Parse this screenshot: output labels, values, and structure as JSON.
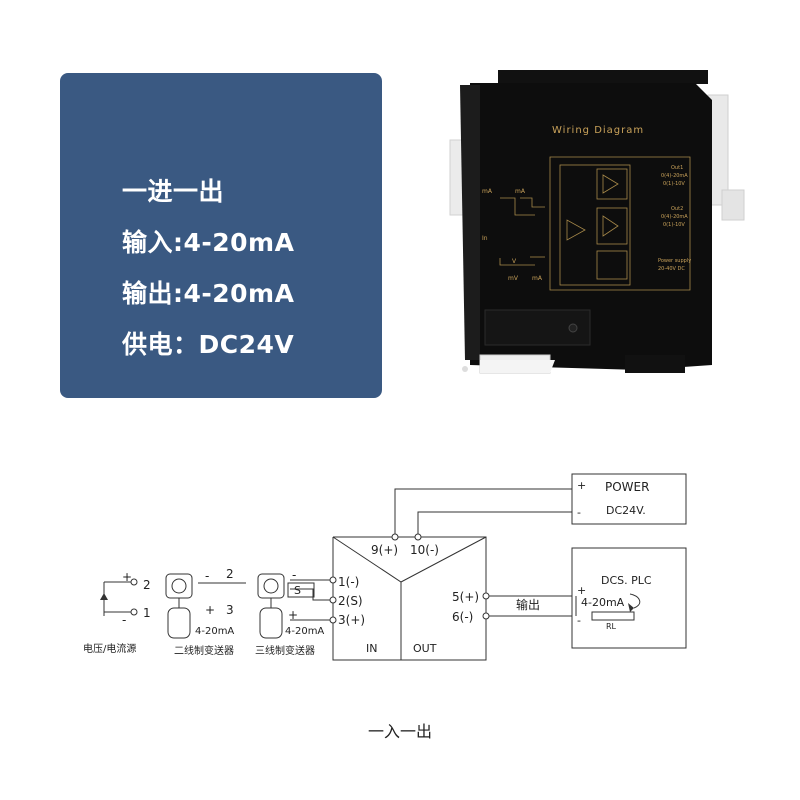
{
  "specs": {
    "mode": "一进一出",
    "input": "输入:4-20mA",
    "output": "输出:4-20mA",
    "power": "供电：DC24V"
  },
  "device": {
    "diagram_title": "Wiring Diagram",
    "ma_label": "mA",
    "v_label": "V",
    "mv_label": "mV",
    "in_label": "In",
    "out1_label": "Out1",
    "out1_range": "0(4)-20mA",
    "out1_range2": "0(1)-10V",
    "out2_label": "Out2",
    "out2_range": "0(4)-20mA",
    "out2_range2": "0(1)-10V",
    "power_supply": "Power supply",
    "power_range": "20-40V DC"
  },
  "diagram": {
    "power_box_title": "POWER",
    "power_box_value": "DC24V.",
    "plc_box_title": "DCS. PLC",
    "plc_current": "4-20mA",
    "plc_load": "RL",
    "plus": "+",
    "minus": "-",
    "terminal_9": "9(+)",
    "terminal_10": "10(-)",
    "terminal_1": "1(-)",
    "terminal_2": "2(S)",
    "terminal_3": "3(+)",
    "terminal_5": "5(+)",
    "terminal_6": "6(-)",
    "in_label": "IN",
    "out_label": "OUT",
    "output_label": "输出",
    "source_label": "电压/电流源",
    "two_wire_label": "二线制变送器",
    "three_wire_label": "三线制变送器",
    "current_label": "4-20mA",
    "s_label": "S",
    "num_1": "1",
    "num_2": "2",
    "num_3": "3"
  },
  "caption": "一入一出"
}
